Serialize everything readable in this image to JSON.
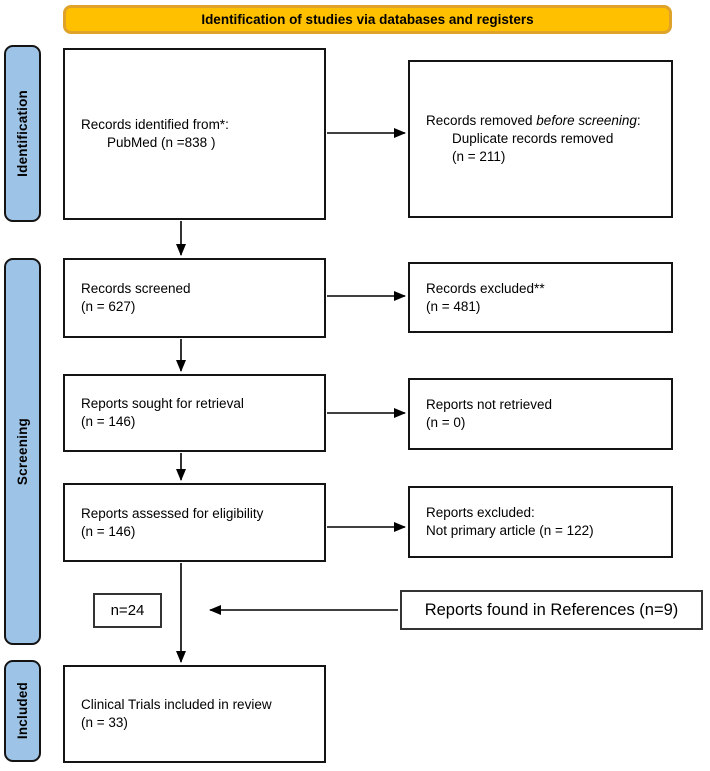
{
  "banner": {
    "label": "Identification of studies via databases and registers"
  },
  "sidebar": {
    "identification": "Identification",
    "screening": "Screening",
    "included": "Included"
  },
  "colors": {
    "banner_fill": "#FFC000",
    "banner_border": "#DFA22B",
    "sidebar_fill": "#9DC3E6",
    "box_border": "#141414",
    "text": "#000000"
  },
  "flow": {
    "records_identified": {
      "line1": "Records identified from*:",
      "line2": "PubMed (n =838 )"
    },
    "records_removed": {
      "intro_pre": "Records removed ",
      "intro_italic": "before screening",
      "intro_post": ":",
      "line2": "Duplicate records removed",
      "line3": "(n = 211)"
    },
    "records_screened": {
      "line1": "Records screened",
      "line2": "(n = 627)"
    },
    "records_excluded": {
      "line1": "Records excluded**",
      "line2": "(n = 481)"
    },
    "reports_sought": {
      "line1": "Reports sought for retrieval",
      "line2": "(n = 146)"
    },
    "reports_not_retrieved": {
      "line1": "Reports not retrieved",
      "line2": "(n = 0)"
    },
    "reports_assessed": {
      "line1": "Reports assessed for eligibility",
      "line2": "(n = 146)"
    },
    "reports_excluded": {
      "line1": "Reports excluded:",
      "line2": "Not primary article (n = 122)"
    },
    "n24_box": {
      "label": "n=24"
    },
    "references_box": {
      "label": "Reports found in References (n=9)"
    },
    "included_box": {
      "line1": "Clinical Trials included in review",
      "line2": "(n = 33)"
    }
  }
}
